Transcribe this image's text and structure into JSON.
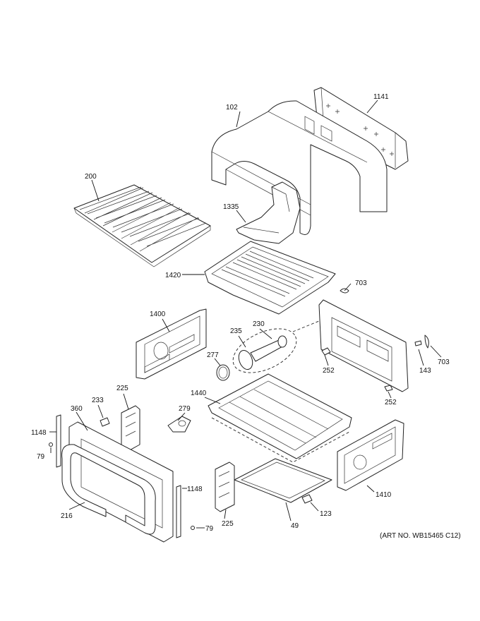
{
  "diagram": {
    "art_number": "(ART NO. WB15465 C12)",
    "callouts": {
      "c102": "102",
      "c1141": "1141",
      "c200": "200",
      "c1335": "1335",
      "c1420": "1420",
      "c703a": "703",
      "c703b": "703",
      "c1400": "1400",
      "c235": "235",
      "c230": "230",
      "c277": "277",
      "c252a": "252",
      "c252b": "252",
      "c143": "143",
      "c233": "233",
      "c225a": "225",
      "c225b": "225",
      "c279": "279",
      "c1440": "1440",
      "c360": "360",
      "c1148a": "1148",
      "c1148b": "1148",
      "c79a": "79",
      "c79b": "79",
      "c216": "216",
      "c49": "49",
      "c123": "123",
      "c1410": "1410"
    }
  }
}
